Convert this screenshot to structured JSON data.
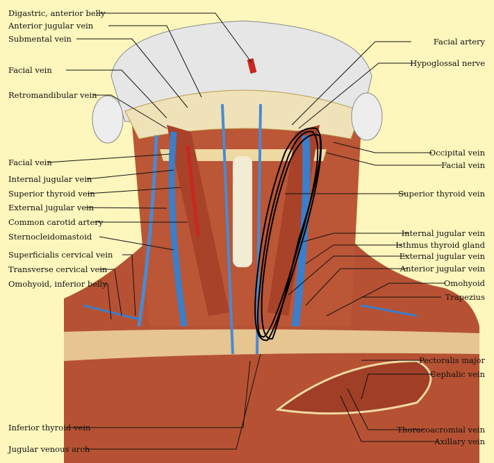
{
  "colors": {
    "background": "#fdf6bd",
    "muscle": "#b4502f",
    "vein": "#3b7ec9",
    "artery": "#c8281e",
    "skin": "#f0e4c8",
    "leader": "#111111",
    "ink_loop": "#000000"
  },
  "left_labels": [
    "Digastric, anterior belly",
    "Anterior jugular vein",
    "Submental vein",
    "Facial vein",
    "Retromandibular vein",
    "Facial vein",
    "Internal jugular vein",
    "Superior thyroid vein",
    "External jugular vein",
    "Common carotid artery",
    "Sternocleidomastoid",
    "Superficialis cervical vein",
    "Transverse cervical vein",
    "Omohyoid, inferior belly",
    "Inferior thyroid vein",
    "Jugular venous arch"
  ],
  "right_labels": [
    "Facial artery",
    "Hypoglossal nerve",
    "Occipital vein",
    "Facial vein",
    "Superior thyroid vein",
    "Internal jugular vein",
    "Isthmus thyroid gland",
    "External jugular vein",
    "Anterior jugular vein",
    "Omohyoid",
    "Trapezius",
    "Pectoralis major",
    "Cephalic vein",
    "Thoracoacromial vein",
    "Axillary vein"
  ]
}
